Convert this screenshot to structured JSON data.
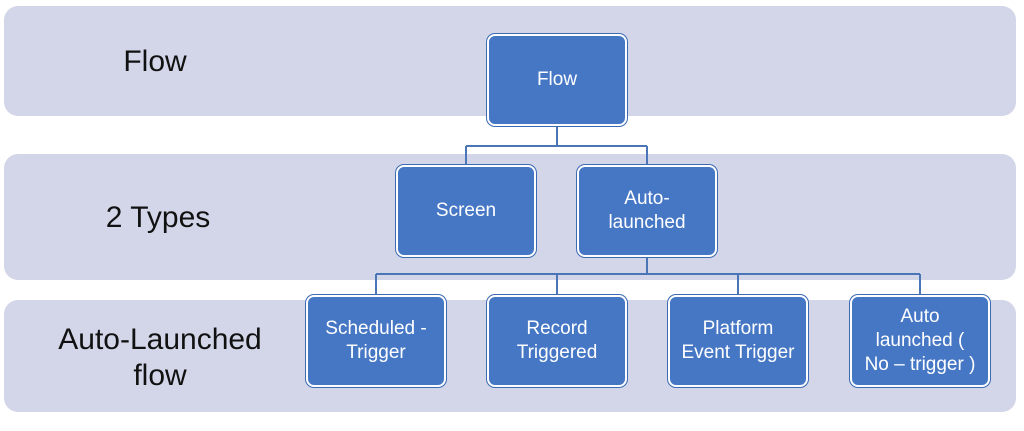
{
  "colors": {
    "band": "#d2d6e8",
    "node_fill": "#4677c5",
    "node_text": "#ffffff",
    "connector": "#4a76b8"
  },
  "bands": {
    "flow": {
      "label": "Flow"
    },
    "types": {
      "label": "2 Types"
    },
    "auto_launched": {
      "label": "Auto-Launched\nflow"
    }
  },
  "nodes": {
    "flow": "Flow",
    "screen": "Screen",
    "auto_launched": "Auto-\nlaunched",
    "scheduled_trigger": "Scheduled -\nTrigger",
    "record_triggered": "Record\nTriggered",
    "platform_event_trigger": "Platform\nEvent Trigger",
    "auto_launched_no_trigger": "Auto\nlaunched (\nNo – trigger )"
  }
}
